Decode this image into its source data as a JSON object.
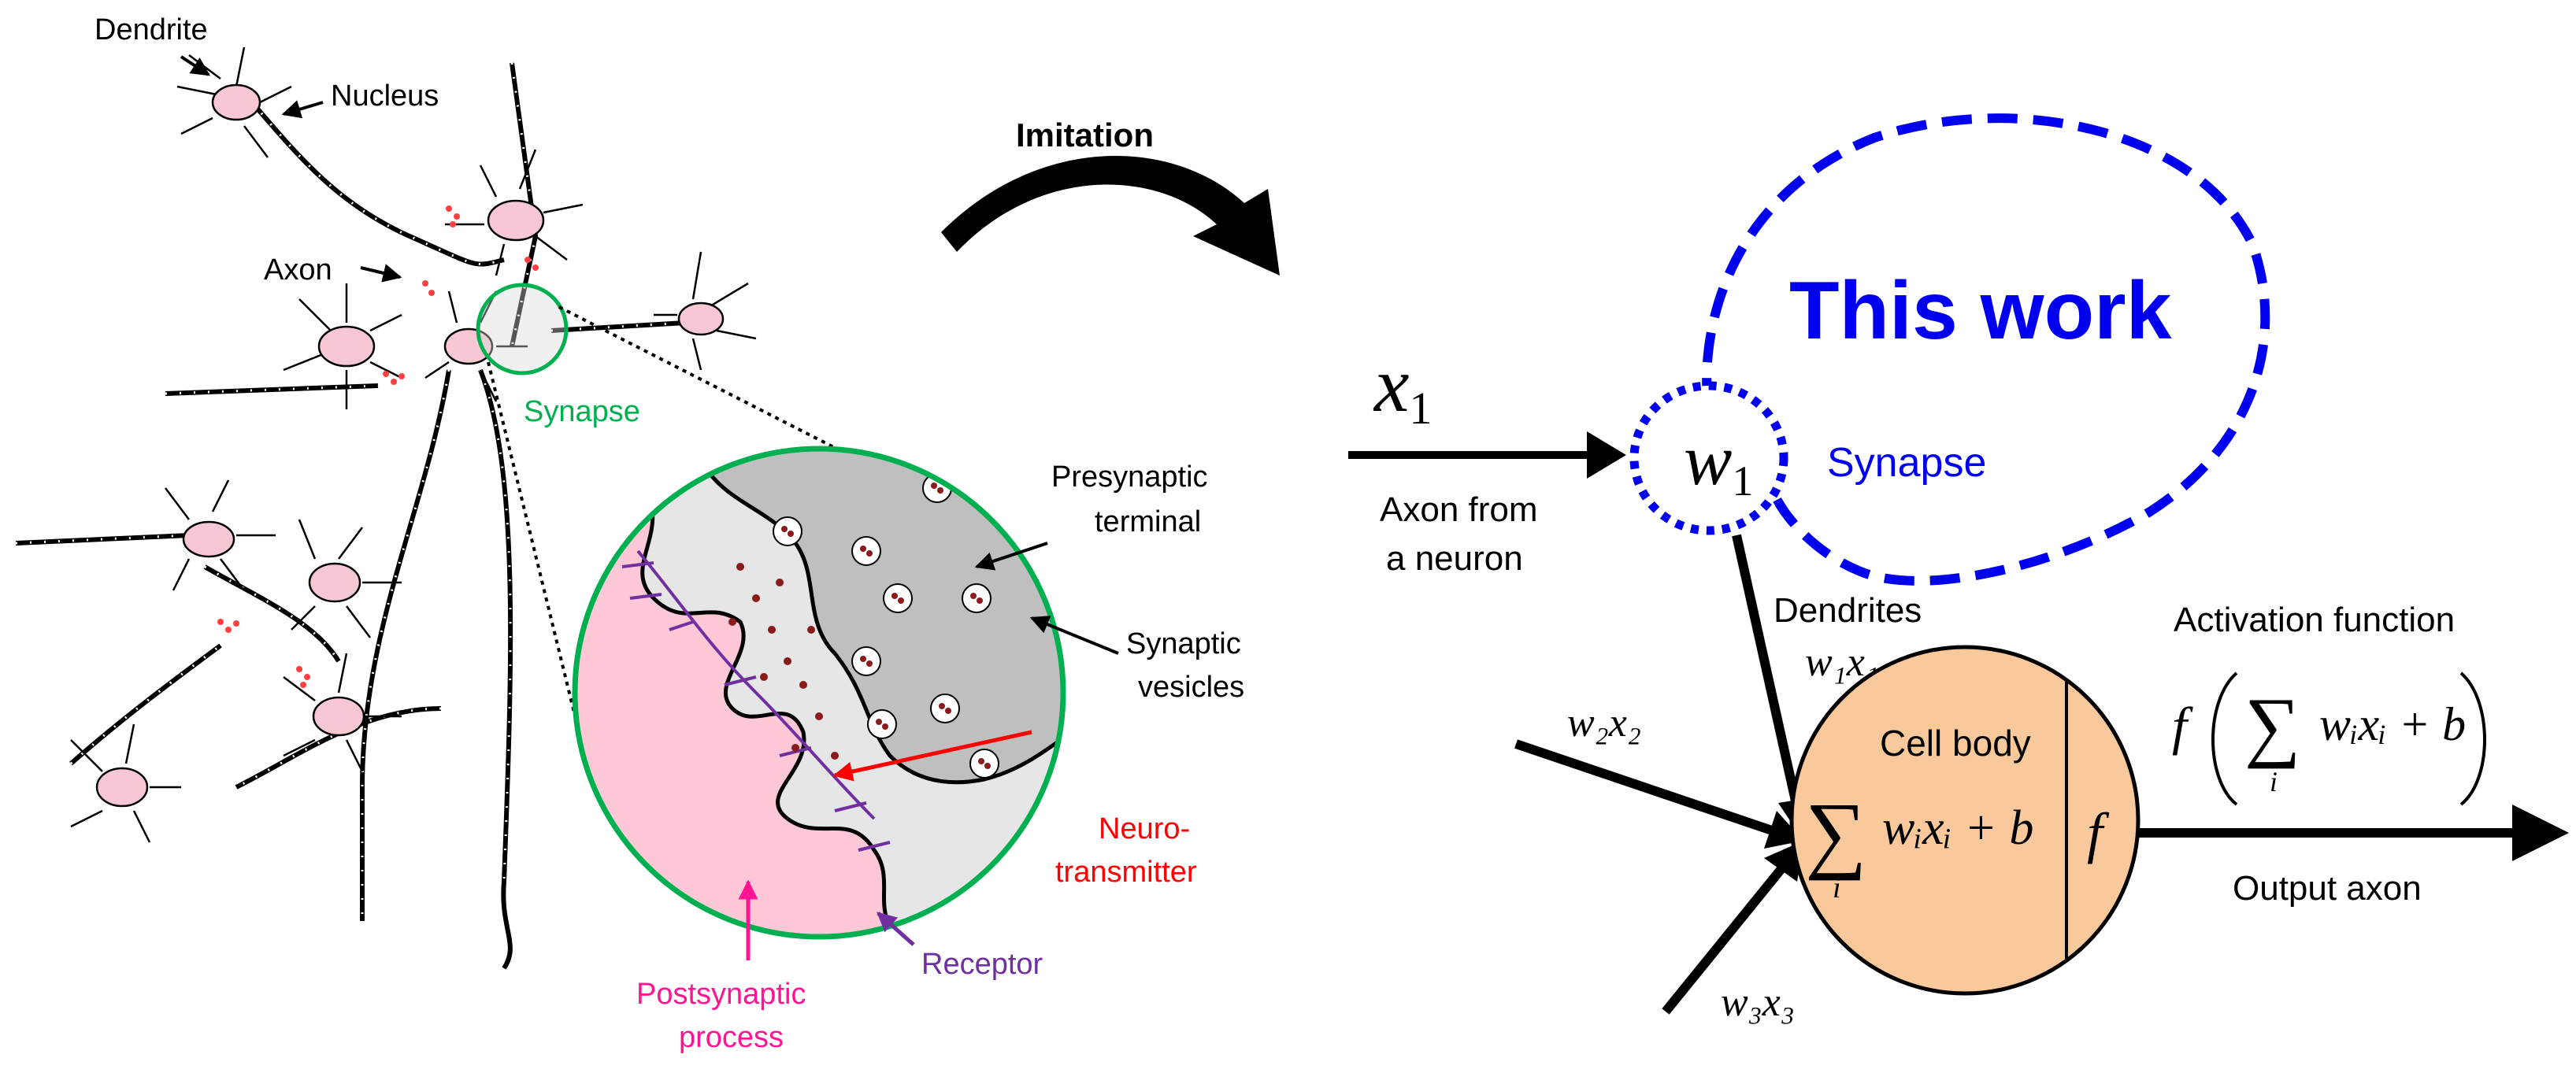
{
  "left_panel": {
    "dendrite": "Dendrite",
    "nucleus": "Nucleus",
    "axon": "Axon",
    "synapse": "Synapse",
    "presynaptic_1": "Presynaptic",
    "presynaptic_2": "terminal",
    "vesicles_1": "Synaptic",
    "vesicles_2": "vesicles",
    "neuro_1": "Neuro-",
    "neuro_2": "transmitter",
    "receptor": "Receptor",
    "postsyn_1": "Postsynaptic",
    "postsyn_2": "process"
  },
  "middle": {
    "imitation": "Imitation"
  },
  "right_panel": {
    "x1": "x",
    "x1_sub": "1",
    "w1": "w",
    "w1_sub": "1",
    "this_work": "This work",
    "synapse": "Synapse",
    "axon_from_1": "Axon from",
    "axon_from_2": "a neuron",
    "dendrites": "Dendrites",
    "w1x1": "w₁x₁",
    "w2x2": "w₂x₂",
    "w3x3": "w₃x₃",
    "cell_body": "Cell body",
    "sum_expr": "wᵢxᵢ + b",
    "sum_index": "i",
    "f": "f",
    "activation_function": "Activation  function",
    "activation_expr": "wᵢxᵢ + b",
    "output_axon": "Output axon"
  },
  "colors": {
    "this_work_blue": "#0000ee",
    "synapse_green": "#00b050",
    "neurotransmitter_red": "#ff0000",
    "receptor_purple": "#7030a0",
    "postsynaptic_pink": "#ff1493",
    "cell_body_fill": "#f9c89b",
    "neuron_fill": "#f7c8d4"
  }
}
